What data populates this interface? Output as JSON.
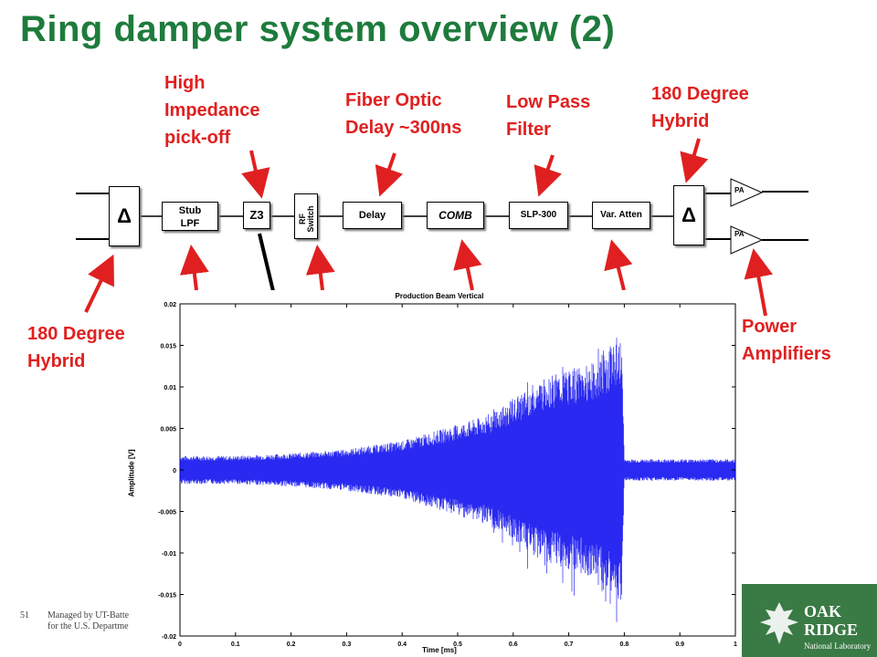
{
  "slide": {
    "title": "Ring damper system overview (2)",
    "slide_number": "51",
    "footer_line1": "Managed by UT-Batte",
    "footer_line2": "for the U.S. Departme",
    "colors": {
      "title": "#1e7b3c",
      "label": "#e02020",
      "signal": "#0000ee"
    }
  },
  "labels": {
    "high_impedance": "High\nImpedance\npick-off",
    "fiber_optic": "Fiber Optic\nDelay ~300ns",
    "low_pass": "Low Pass\nFilter",
    "hybrid_right": "180 Degree\nHybrid",
    "hybrid_left": "180 Degree\nHybrid",
    "power_amplifiers": "Power\nAmplifiers"
  },
  "blocks": {
    "hybrid_in": "Δ",
    "stub_lpf": "Stub\nLPF",
    "z3": "Z3",
    "rf_switch": "RF\nSwitch",
    "delay": "Delay",
    "comb": "COMB",
    "slp300": "SLP-300",
    "var_atten": "Var. Atten",
    "hybrid_out": "Δ",
    "pa_top": "PA",
    "pa_bottom": "PA"
  },
  "logo": {
    "text": "OAK\nRIDGE",
    "sub": "National Laboratory"
  },
  "chart_data": {
    "type": "line",
    "title": "Production Beam Vertical",
    "xlabel": "Time [ms]",
    "ylabel": "Amplitude [V]",
    "xlim": [
      0,
      1
    ],
    "ylim": [
      -0.02,
      0.02
    ],
    "xticks": [
      "0",
      "0.1",
      "0.2",
      "0.3",
      "0.4",
      "0.5",
      "0.6",
      "0.7",
      "0.8",
      "0.9",
      "1"
    ],
    "yticks": [
      "0.02",
      "0.015",
      "0.01",
      "0.005",
      "0",
      "-0.005",
      "-0.01",
      "-0.015",
      "-0.02"
    ],
    "series": [
      {
        "envelope_x": [
          0,
          0.1,
          0.2,
          0.3,
          0.4,
          0.5,
          0.55,
          0.6,
          0.65,
          0.7,
          0.75,
          0.78,
          0.795,
          0.8,
          1.0
        ],
        "envelope_y": [
          0.0017,
          0.0017,
          0.002,
          0.0025,
          0.0035,
          0.0055,
          0.0065,
          0.0085,
          0.011,
          0.012,
          0.013,
          0.015,
          0.016,
          0.0013,
          0.0013
        ]
      }
    ]
  }
}
